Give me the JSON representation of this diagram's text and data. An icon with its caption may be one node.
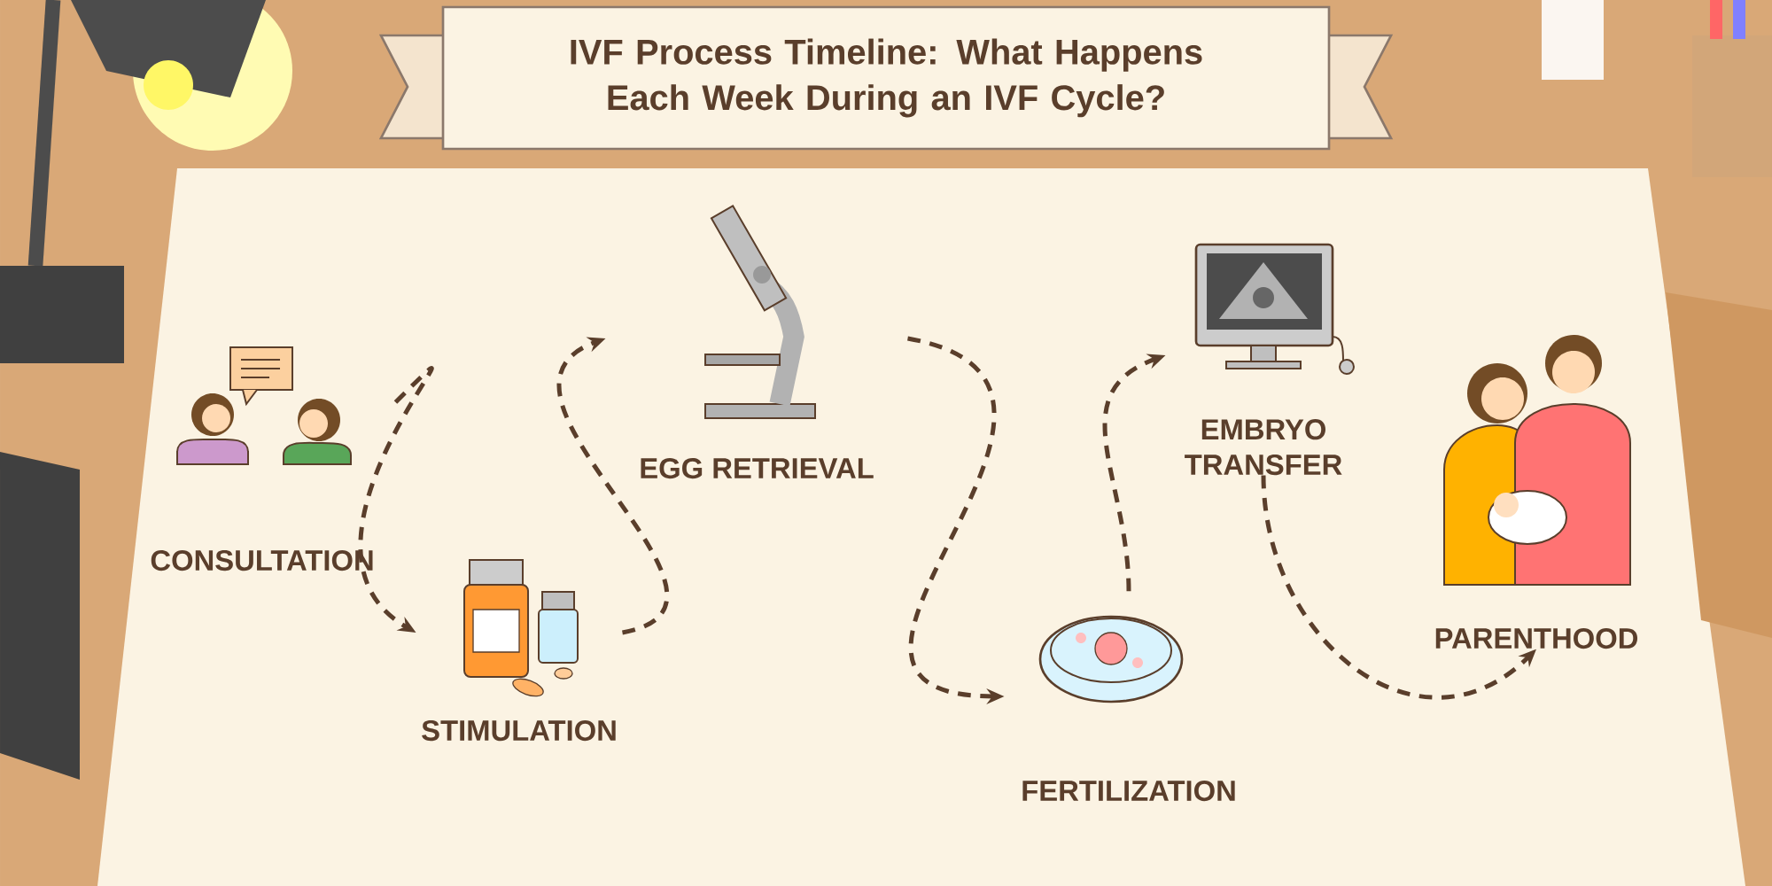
{
  "diagram": {
    "title": "IVF Process Timeline: What Happens Each Week During an IVF Cycle?",
    "nodes": [
      {
        "text": [
          "CONSULTATION"
        ]
      },
      {
        "text": [
          "STIMULATION"
        ]
      },
      {
        "text": [
          "EGG RETRIEVAL"
        ]
      },
      {
        "text": [
          "FERTILIZATION"
        ]
      },
      {
        "text": [
          "EMBRYO TRANSFER"
        ]
      },
      {
        "text": [
          "PARENTHOOD"
        ]
      }
    ],
    "edges": [
      {
        "from": 0,
        "to": 1,
        "arrow": "to",
        "style": "dashed"
      },
      {
        "from": 1,
        "to": 2,
        "arrow": "to",
        "style": "dashed"
      },
      {
        "from": 2,
        "to": 3,
        "arrow": "to",
        "style": "dashed"
      },
      {
        "from": 3,
        "to": 4,
        "arrow": "to",
        "style": "dashed"
      },
      {
        "from": 4,
        "to": 5,
        "arrow": "to",
        "style": "dashed"
      }
    ]
  }
}
